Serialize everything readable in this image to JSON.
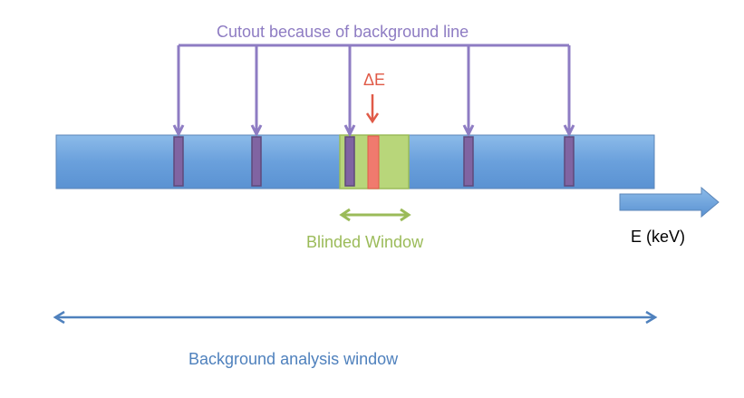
{
  "labels": {
    "cutout": "Cutout because of background  line",
    "delta_e": "ΔE",
    "blinded_window": "Blinded Window",
    "energy_axis": "E (keV)",
    "background_window": "Background analysis window"
  },
  "colors": {
    "band_fill": "#6aa0dc",
    "band_stroke": "#5b86b8",
    "cutout": "#8e7cc3",
    "cutout_fill": "#8064a2",
    "blinded": "#9bbb59",
    "blinded_fill": "#b8d67a",
    "delta_e": "#e05a47",
    "signal_fill": "#f07a6e",
    "background": "#4f81bd"
  }
}
